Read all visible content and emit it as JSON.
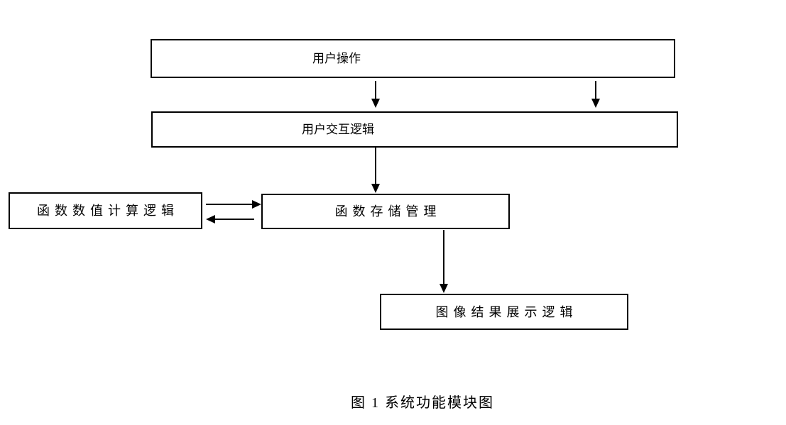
{
  "diagram": {
    "title": "系统功能模块图",
    "nodes": [
      {
        "id": "user-operation",
        "label": "用户操作"
      },
      {
        "id": "user-interaction-logic",
        "label": "用户交互逻辑"
      },
      {
        "id": "function-calc-logic",
        "label": "函数数值计算逻辑"
      },
      {
        "id": "function-storage-mgmt",
        "label": "函数存储管理"
      },
      {
        "id": "image-result-display",
        "label": "图像结果展示逻辑"
      }
    ],
    "edges": [
      {
        "from": "user-operation",
        "to": "user-interaction-logic",
        "direction": "down",
        "note": "left arrow"
      },
      {
        "from": "user-operation",
        "to": "user-interaction-logic",
        "direction": "down",
        "note": "right arrow"
      },
      {
        "from": "user-interaction-logic",
        "to": "function-storage-mgmt",
        "direction": "down"
      },
      {
        "from": "function-calc-logic",
        "to": "function-storage-mgmt",
        "direction": "bidirectional"
      },
      {
        "from": "function-storage-mgmt",
        "to": "image-result-display",
        "direction": "down"
      }
    ],
    "caption": "图 1 系统功能模块图",
    "colors": {
      "line": "#000000",
      "text": "#000000",
      "background": "#ffffff"
    }
  }
}
